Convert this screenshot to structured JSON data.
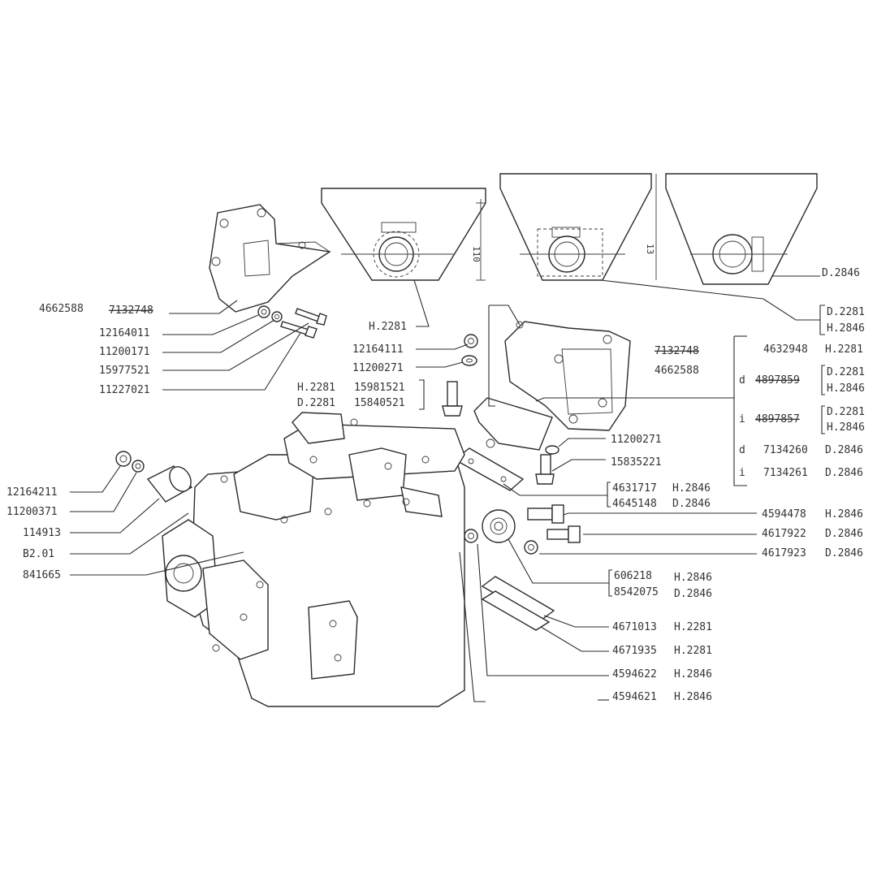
{
  "labels_left": {
    "bracket_old": "4662588",
    "bracket_new": "7132748",
    "p1": "12164011",
    "p2": "11200171",
    "p3": "15977521",
    "p4": "11227021",
    "p5": "12164211",
    "p6": "11200371",
    "p7": "114913",
    "p8": "B2.01",
    "p9": "841665"
  },
  "labels_mid": {
    "h2281_cut": "H.2281",
    "nut": "12164111",
    "washer": "11200271",
    "bolt_h_code": "H.2281",
    "bolt_h": "15981521",
    "bolt_d_code": "D.2281",
    "bolt_d": "15840521",
    "dim1": "110",
    "dim2": "13"
  },
  "labels_right": {
    "d2846_cut": "D.2846",
    "pair_d": "D.2281",
    "pair_h": "H.2846",
    "br_new": "7132748",
    "br_old": "4662588",
    "r1_num": "4632948",
    "r1_code": "H.2281",
    "d_mark": "d",
    "d_old": "4897859",
    "d_code1": "D.2281",
    "d_code2": "H.2846",
    "i_mark": "i",
    "i_old": "4897857",
    "i_code1": "D.2281",
    "i_code2": "H.2846",
    "d2_mark": "d",
    "d2_num": "7134260",
    "d2_code": "D.2846",
    "i2_mark": "i",
    "i2_num": "7134261",
    "i2_code": "D.2846",
    "w1": "11200271",
    "b1": "15835221",
    "g1_num": "4631717",
    "g1_code": "H.2846",
    "g2_num": "4645148",
    "g2_code": "D.2846",
    "s1_num": "4594478",
    "s1_code": "H.2846",
    "s2_num": "4617922",
    "s2_code": "D.2846",
    "s3_num": "4617923",
    "s3_code": "D.2846",
    "m1_num": "606218",
    "m1_code": "H.2846",
    "m2_num": "8542075",
    "m2_code": "D.2846",
    "pl1_num": "4671013",
    "pl1_code": "H.2281",
    "pl2_num": "4671935",
    "pl2_code": "H.2281",
    "k1_num": "4594622",
    "k1_code": "H.2846",
    "k2_num": "4594621",
    "k2_code": "H.2846"
  }
}
